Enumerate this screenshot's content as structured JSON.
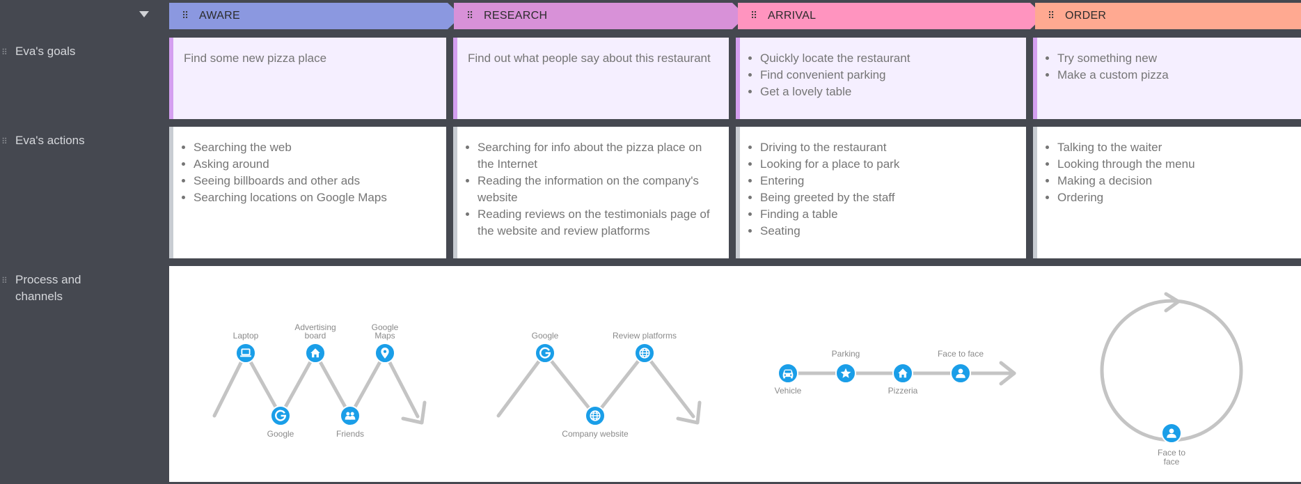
{
  "colors": {
    "background": "#454850",
    "aware": "#8b98e0",
    "research": "#d891d8",
    "arrival": "#ff94bf",
    "order": "#ffa991",
    "node": "#1a9ee8",
    "path": "#c4c4c4",
    "goal_card": "#f5efff",
    "goal_accent": "#d49ff0"
  },
  "stages": [
    {
      "name": "AWARE"
    },
    {
      "name": "RESEARCH"
    },
    {
      "name": "ARRIVAL"
    },
    {
      "name": "ORDER"
    }
  ],
  "rows": {
    "goals_label": "Eva's goals",
    "actions_label": "Eva's actions",
    "process_label_line1": "Process and",
    "process_label_line2": "channels"
  },
  "goals": [
    {
      "text": "Find some new pizza place"
    },
    {
      "text": "Find out what people say about this restaurant"
    },
    {
      "items": [
        "Quickly locate the restaurant",
        "Find convenient parking",
        "Get a lovely table"
      ]
    },
    {
      "items": [
        "Try something new",
        "Make a custom pizza"
      ]
    }
  ],
  "actions": [
    {
      "items": [
        "Searching the web",
        "Asking around",
        "Seeing billboards and other ads",
        "Searching locations on Google Maps"
      ]
    },
    {
      "items": [
        "Searching for info about the pizza place on the Internet",
        "Reading the information on the company's website",
        "Reading reviews on the testimonials page of the website and review platforms"
      ]
    },
    {
      "items": [
        "Driving to the restaurant",
        "Looking for a place to park",
        "Entering",
        "Being greeted by the staff",
        "Finding a table",
        "Seating"
      ]
    },
    {
      "items": [
        "Talking to the waiter",
        "Looking through the menu",
        "Making a decision",
        "Ordering"
      ]
    }
  ],
  "channels": {
    "aware": {
      "laptop": {
        "label": "Laptop",
        "icon": "laptop-icon"
      },
      "google": {
        "label": "Google",
        "icon": "google-icon"
      },
      "board": {
        "label_line1": "Advertising",
        "label_line2": "board",
        "icon": "home-icon"
      },
      "friends": {
        "label": "Friends",
        "icon": "people-icon"
      },
      "maps": {
        "label_line1": "Google",
        "label_line2": "Maps",
        "icon": "map-pin-icon"
      }
    },
    "research": {
      "google": {
        "label": "Google",
        "icon": "google-icon"
      },
      "website": {
        "label": "Company website",
        "icon": "globe-icon"
      },
      "reviews": {
        "label": "Review platforms",
        "icon": "globe-icon"
      }
    },
    "arrival": {
      "vehicle": {
        "label": "Vehicle",
        "icon": "car-icon"
      },
      "parking": {
        "label": "Parking",
        "icon": "star-icon"
      },
      "pizzeria": {
        "label": "Pizzeria",
        "icon": "home-icon"
      },
      "face": {
        "label": "Face to face",
        "icon": "person-icon"
      }
    },
    "order": {
      "face": {
        "label_line1": "Face to",
        "label_line2": "face",
        "icon": "person-icon"
      }
    }
  }
}
